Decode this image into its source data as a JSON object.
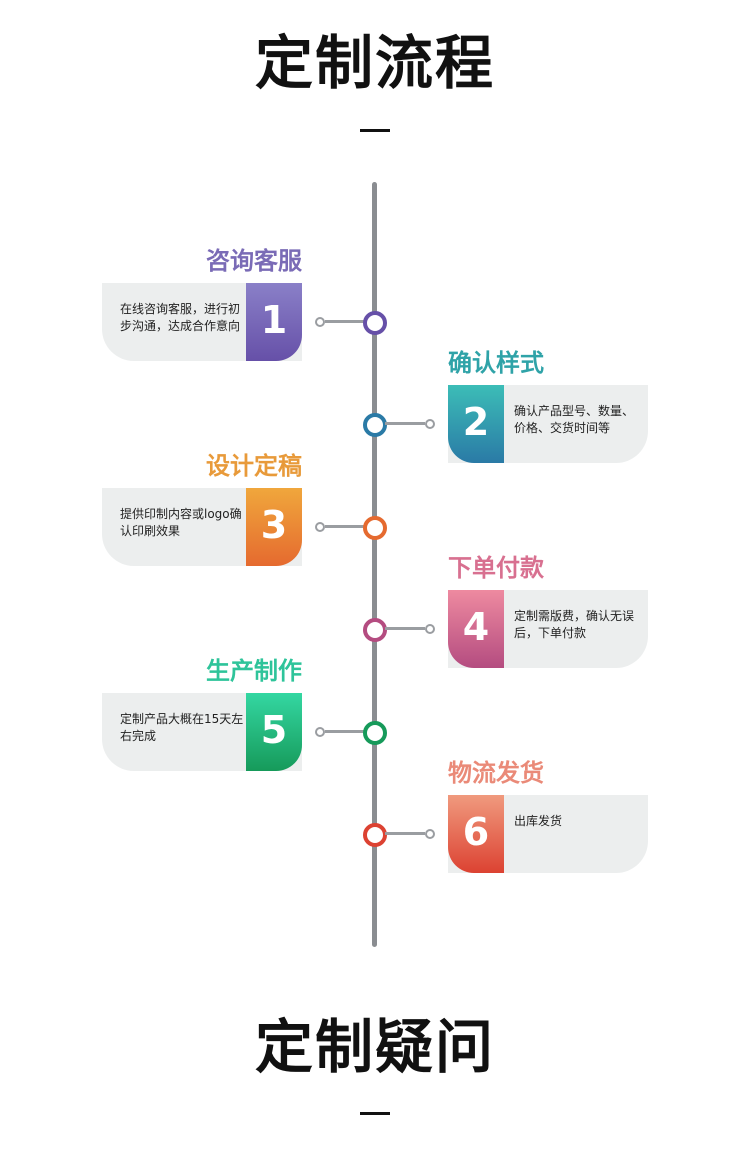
{
  "sections": {
    "process_title": "定制流程",
    "faq_title": "定制疑问"
  },
  "steps": [
    {
      "number": "1",
      "title": "咨询客服",
      "desc": "在线咨询客服，进行初步沟通，达成合作意向",
      "title_color": "#7a6bb6",
      "gradient": [
        "#8a80c8",
        "#6650a8"
      ]
    },
    {
      "number": "2",
      "title": "确认样式",
      "desc": "确认产品型号、数量、价格、交货时间等",
      "title_color": "#2fa3a8",
      "gradient": [
        "#3cbdb7",
        "#2a7aa6"
      ]
    },
    {
      "number": "3",
      "title": "设计定稿",
      "desc": "提供印制内容或logo确认印刷效果",
      "title_color": "#e89a3a",
      "gradient": [
        "#f0a73c",
        "#e56a2f"
      ]
    },
    {
      "number": "4",
      "title": "下单付款",
      "desc": "定制需版费，确认无误后，下单付款",
      "title_color": "#d87090",
      "gradient": [
        "#ee8aa0",
        "#b44c80"
      ]
    },
    {
      "number": "5",
      "title": "生产制作",
      "desc": "定制产品大概在15天左右完成",
      "title_color": "#2ec49a",
      "gradient": [
        "#34d7a2",
        "#169a5a"
      ]
    },
    {
      "number": "6",
      "title": "物流发货",
      "desc": "出库发货",
      "title_color": "#ea8a78",
      "gradient": [
        "#f09a7e",
        "#dc4232"
      ]
    }
  ]
}
